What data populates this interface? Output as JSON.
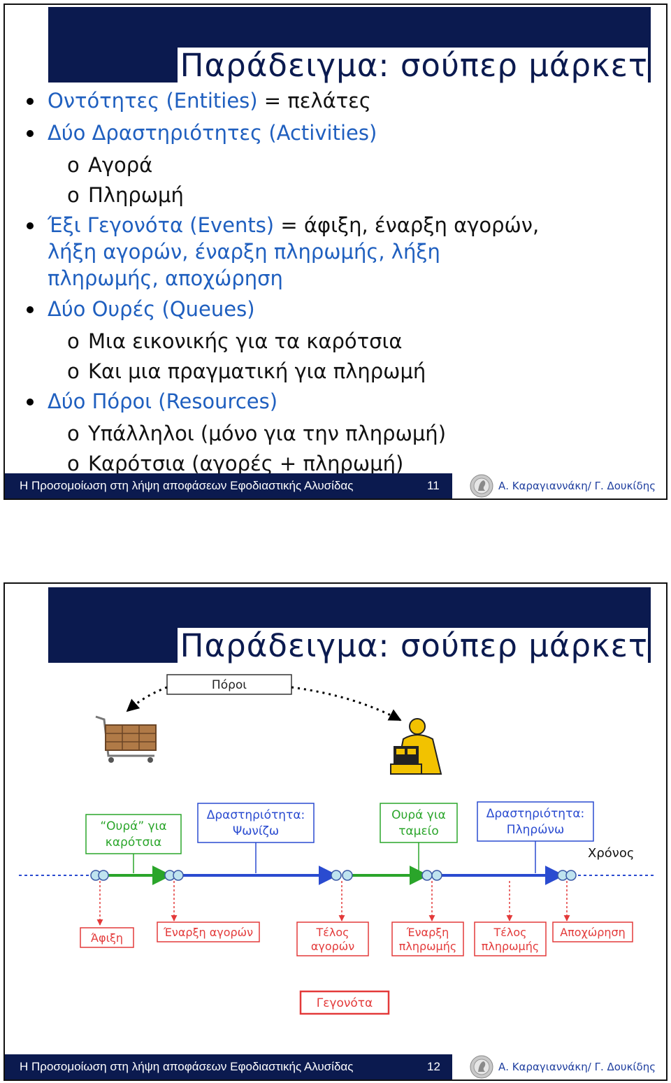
{
  "slide1": {
    "title": "Παράδειγμα: σούπερ μάρκετ",
    "bullets": [
      {
        "text": "Οντότητες (Entities)",
        "tail": " = πελάτες"
      },
      {
        "text": "Δύο Δραστηριότητες (Activities)",
        "tail": ""
      },
      {
        "sub": "Αγορά"
      },
      {
        "sub": "Πληρωμή"
      },
      {
        "text": "Έξι Γεγονότα (Events)",
        "tail": " = άφιξη, έναρξη αγορών,",
        "cont1": "λήξη αγορών, έναρξη πληρωμής, λήξη",
        "cont2": "πληρωμής, αποχώρηση"
      },
      {
        "text": "Δύο Ουρές (Queues)",
        "tail": ""
      },
      {
        "sub": "Μια εικονικής για τα καρότσια"
      },
      {
        "sub": "Και μια πραγματική για πληρωμή"
      },
      {
        "text": "Δύο Πόροι (Resources)",
        "tail": ""
      },
      {
        "sub": "Υπάλληλοι (μόνο για την πληρωμή)"
      },
      {
        "sub": "Καρότσια (αγορές + πληρωμή)"
      }
    ],
    "sub_marker": "o",
    "footer_text": "Η Προσομοίωση στη λήψη αποφάσεων Εφοδιαστικής Αλυσίδας",
    "page_number": "11",
    "author": "Α. Καραγιαννάκη/ Γ. Δουκίδης"
  },
  "slide2": {
    "title": "Παράδειγμα: σούπερ μάρκετ",
    "diagram": {
      "resources_label": "Πόροι",
      "queue_cart_line1": "“Ουρά” για",
      "queue_cart_line2": "καρότσια",
      "activity_shop_line1": "Δραστηριότητα:",
      "activity_shop_line2": "Ψωνίζω",
      "queue_cashier_line1": "Ουρά για",
      "queue_cashier_line2": "ταμείο",
      "activity_pay_line1": "Δραστηριότητα:",
      "activity_pay_line2": "Πληρώνω",
      "time_label": "Χρόνος",
      "event_arrival": "Άφιξη",
      "event_start_shopping": "Έναρξη αγορών",
      "event_end_shopping_line1": "Τέλος",
      "event_end_shopping_line2": "αγορών",
      "event_start_payment_line1": "Έναρξη",
      "event_start_payment_line2": "πληρωμής",
      "event_end_payment_line1": "Τέλος",
      "event_end_payment_line2": "πληρωμής",
      "event_departure": "Αποχώρηση",
      "events_label": "Γεγονότα"
    },
    "footer_text": "Η Προσομοίωση στη λήψη αποφάσεων Εφοδιαστικής Αλυσίδας",
    "page_number": "12",
    "author": "Α. Καραγιαννάκη/ Γ. Δουκίδης"
  },
  "colors": {
    "navy": "#0b1a4f",
    "bullet_blue": "#1f5fbf",
    "timeline_blue": "#2a4bd0",
    "queue_green": "#2aa52a",
    "event_red": "#e33a3a",
    "author_blue": "#1f3f9f"
  },
  "icons": [
    "shopping-cart-icon",
    "cashier-icon",
    "logo-icon"
  ]
}
